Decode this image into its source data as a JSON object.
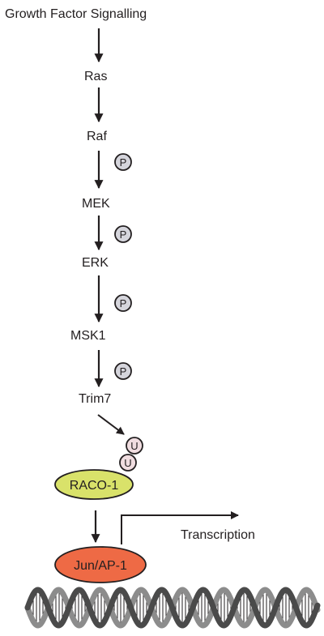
{
  "nodes": {
    "growth_factor": "Growth Factor Signalling",
    "ras": "Ras",
    "raf": "Raf",
    "mek": "MEK",
    "erk": "ERK",
    "msk1": "MSK1",
    "trim7": "Trim7",
    "raco1": "RACO-1",
    "jun_ap1": "Jun/AP-1"
  },
  "modifications": {
    "phospho": "P",
    "ubiquitin": "U"
  },
  "transcription": "Transcription",
  "colors": {
    "arrow": "#231f20",
    "phospho_fill": "#d5d5dc",
    "ubiquitin_fill": "#f0dde0",
    "raco1_fill": "#d9e26a",
    "jun_fill": "#ee6a45",
    "dna_strand": "#8c8c8c"
  }
}
